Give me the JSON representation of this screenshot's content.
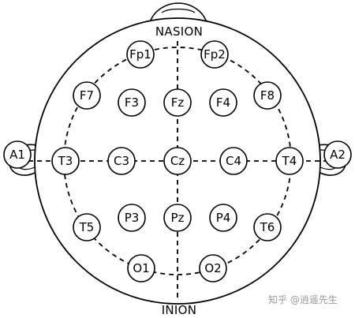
{
  "diagram": {
    "top_label": "NASION",
    "bottom_label": "INION",
    "watermark": "知乎 @逍遥先生",
    "electrodes": [
      {
        "id": "Fp1"
      },
      {
        "id": "Fp2"
      },
      {
        "id": "F7"
      },
      {
        "id": "F3"
      },
      {
        "id": "Fz"
      },
      {
        "id": "F4"
      },
      {
        "id": "F8"
      },
      {
        "id": "A1"
      },
      {
        "id": "T3"
      },
      {
        "id": "C3"
      },
      {
        "id": "Cz"
      },
      {
        "id": "C4"
      },
      {
        "id": "T4"
      },
      {
        "id": "A2"
      },
      {
        "id": "T5"
      },
      {
        "id": "P3"
      },
      {
        "id": "Pz"
      },
      {
        "id": "P4"
      },
      {
        "id": "T6"
      },
      {
        "id": "O1"
      },
      {
        "id": "O2"
      }
    ],
    "colors": {
      "stroke": "#000000",
      "background": "#ffffff",
      "watermark": "#9a9a9a"
    }
  }
}
